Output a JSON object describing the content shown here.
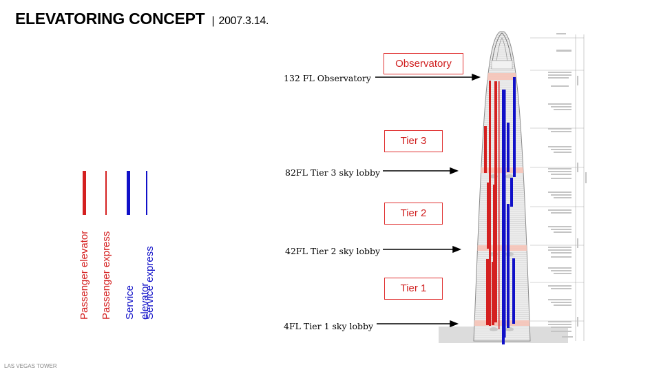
{
  "header": {
    "title": "ELEVATORING CONCEPT",
    "separator": "|",
    "date": "2007.3.14."
  },
  "footer": {
    "project": "LAS VEGAS TOWER"
  },
  "legend": [
    {
      "label": "Passenger elevator",
      "color": "#d42020"
    },
    {
      "label": "Passenger express",
      "color": "#d42020"
    },
    {
      "label": "Service elevator",
      "color": "#1010c8"
    },
    {
      "label": "Service express",
      "color": "#1010c8"
    }
  ],
  "zones": {
    "observatory": "Observatory",
    "tier3": "Tier 3",
    "tier2": "Tier 2",
    "tier1": "Tier 1"
  },
  "floors": {
    "observatory": "132 FL Observatory",
    "tier3_lobby": "82FL Tier 3 sky lobby",
    "tier2_lobby": "42FL Tier 2 sky lobby",
    "tier1_lobby": "4FL Tier 1 sky lobby"
  },
  "colors": {
    "passenger": "#d42020",
    "service": "#1010c8",
    "sky_lobby": "#f6c4b8",
    "tag_border": "#e03030"
  }
}
